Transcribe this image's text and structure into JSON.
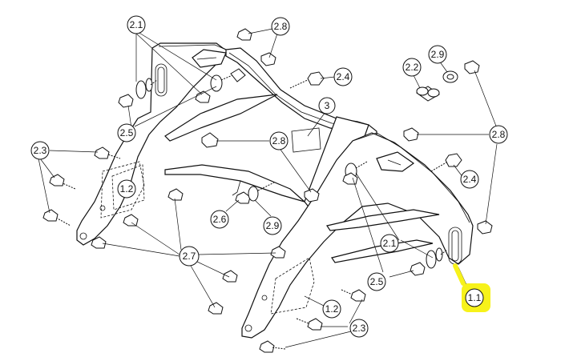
{
  "callouts": {
    "c_2_1_top": "2.1",
    "c_2_8_top": "2.8",
    "c_2_4_top": "2.4",
    "c_2_5_left": "2.5",
    "c_3": "3",
    "c_2_8_mid": "2.8",
    "c_2_3_left": "2.3",
    "c_1_2_left": "1.2",
    "c_2_6": "2.6",
    "c_2_9_mid": "2.9",
    "c_2_7": "2.7",
    "c_2_2": "2.2",
    "c_2_9_right": "2.9",
    "c_2_8_right": "2.8",
    "c_2_4_right": "2.4",
    "c_2_1_right": "2.1",
    "c_2_5_right": "2.5",
    "c_1_1": "1.1",
    "c_1_2_right": "1.2",
    "c_2_3_bottom": "2.3"
  },
  "colors": {
    "line": "#111111",
    "highlight": "#f7f21a"
  }
}
